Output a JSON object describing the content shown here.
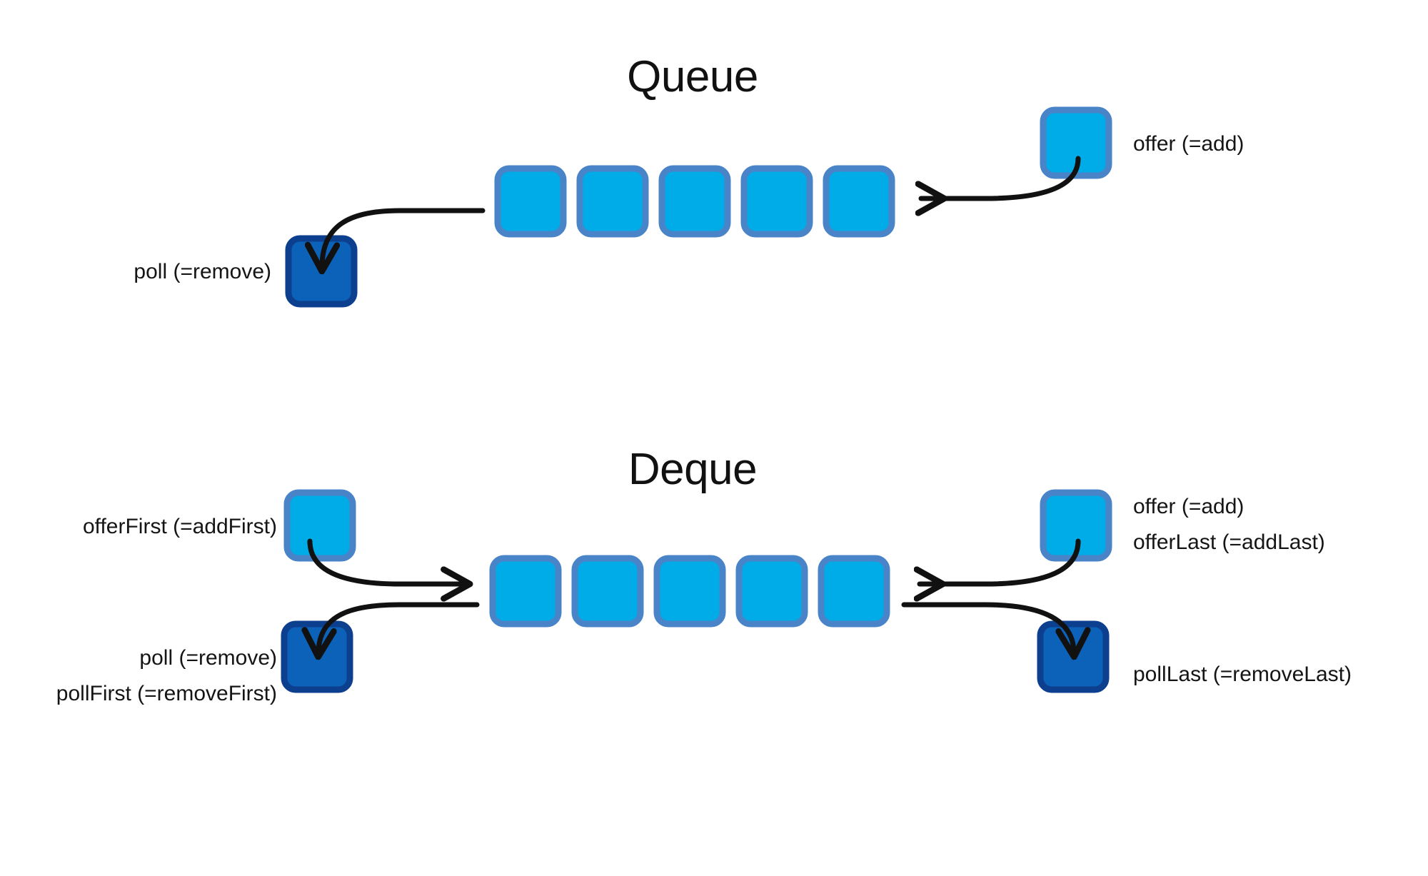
{
  "diagram": {
    "background_color": "#ffffff",
    "box_fill_light": "#00ace8",
    "box_fill_dark": "#0b62b8",
    "box_border_light": "#4a84c8",
    "box_border_dark": "#0d3f8f",
    "arrow_color": "#111111",
    "text_color": "#151515"
  },
  "queue": {
    "title": "Queue",
    "element_count": 5,
    "enqueue_label": "offer (=add)",
    "dequeue_label": "poll (=remove)"
  },
  "deque": {
    "title": "Deque",
    "element_count": 5,
    "front_add_label": "offerFirst (=addFirst)",
    "front_remove_label_1": "poll (=remove)",
    "front_remove_label_2": "pollFirst (=removeFirst)",
    "back_add_label_1": "offer (=add)",
    "back_add_label_2": "offerLast (=addLast)",
    "back_remove_label": "pollLast (=removeLast)"
  }
}
